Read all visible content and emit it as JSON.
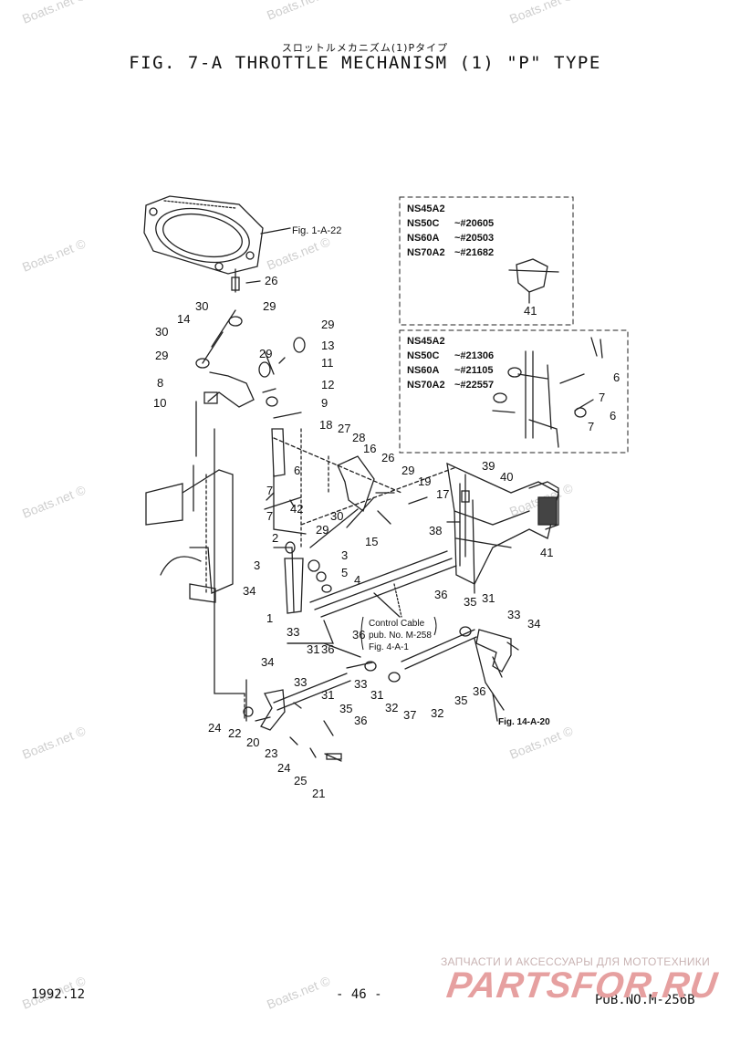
{
  "header": {
    "subtitle": "スロットルメカニズム(1)Pタイプ",
    "title": "FIG.  7-A THROTTLE MECHANISM (1) \"P\" TYPE"
  },
  "watermarks": [
    "Boats.net ©",
    "Boats.net ©",
    "Boats.net ©",
    "Boats.net ©",
    "Boats.net ©",
    "Boats.net ©",
    "Boats.net ©",
    "Boats.net ©",
    "Boats.net ©",
    "Boats.net ©",
    "Boats.net ©"
  ],
  "inset_top": {
    "models": [
      "NS45A2",
      "NS50C",
      "NS60A",
      "NS70A2"
    ],
    "serials": [
      "",
      "~#20605",
      "~#20503",
      "~#21682"
    ],
    "part": "41"
  },
  "inset_bottom": {
    "models": [
      "NS45A2",
      "NS50C",
      "NS60A",
      "NS70A2"
    ],
    "serials": [
      "",
      "~#21306",
      "~#21105",
      "~#22557"
    ],
    "parts": [
      "6",
      "7",
      "7",
      "6"
    ]
  },
  "refs": {
    "fig_1a": "Fig. 1-A-22",
    "control_cable": [
      "Control Cable",
      "pub. No. M-258",
      "Fig. 4-A-1"
    ],
    "fig_14a": "Fig. 14-A-20"
  },
  "callouts": [
    "26",
    "30",
    "29",
    "30",
    "14",
    "29",
    "8",
    "10",
    "29",
    "13",
    "11",
    "12",
    "9",
    "29",
    "18",
    "27",
    "28",
    "16",
    "26",
    "29",
    "19",
    "17",
    "6",
    "7",
    "42",
    "7",
    "2",
    "3",
    "34",
    "1",
    "33",
    "29",
    "30",
    "15",
    "3",
    "5",
    "4",
    "39",
    "40",
    "38",
    "41",
    "36",
    "35",
    "31",
    "33",
    "34",
    "36",
    "31",
    "36",
    "34",
    "33",
    "31",
    "35",
    "36",
    "33",
    "31",
    "32",
    "37",
    "32",
    "35",
    "36",
    "24",
    "22",
    "20",
    "23",
    "24",
    "25",
    "21"
  ],
  "footer": {
    "date": "1992.12",
    "page": "- 46 -",
    "pub": "PUB.NO.M-256B",
    "ad_text": "ЗАПЧАСТИ И АКСЕССУАРЫ ДЛЯ МОТОТЕХНИКИ",
    "ad_logo": "PARTSFOR.RU"
  }
}
